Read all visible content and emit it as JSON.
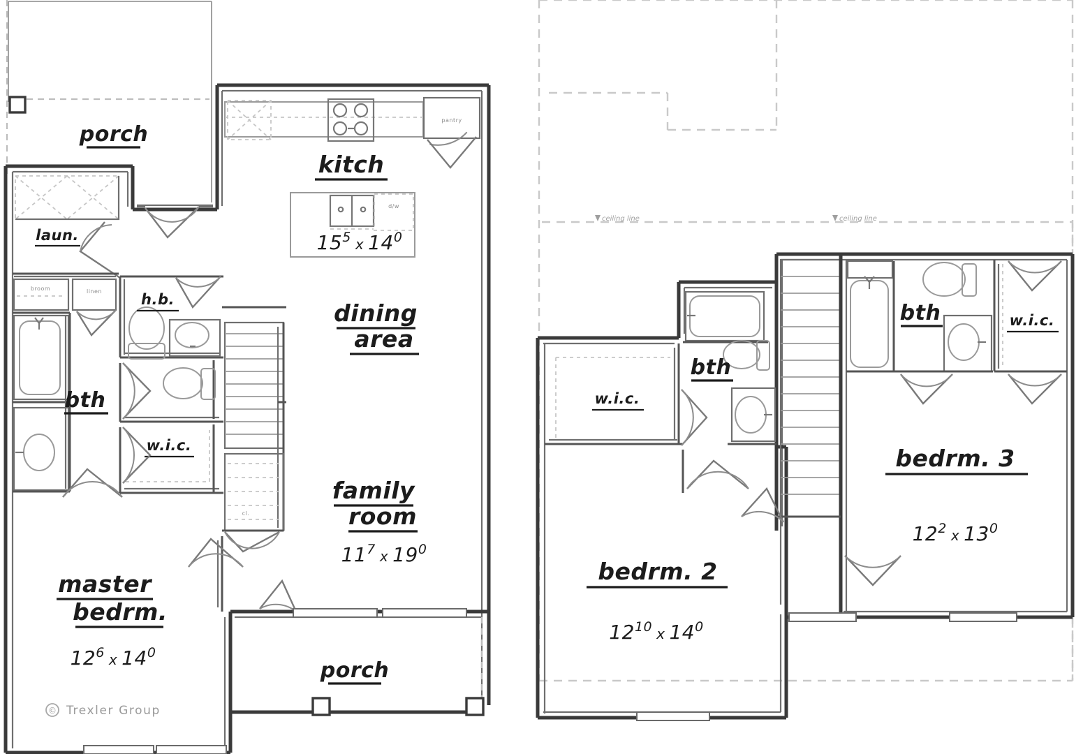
{
  "document": {
    "type": "architectural-floor-plan",
    "sheet_count": 2,
    "copyright": "© Trexler Group",
    "copyright_symbol": "©",
    "copyright_text": "Trexler  Group"
  },
  "first_floor": {
    "name": "first-floor-plan",
    "rooms": [
      {
        "key": "porch_front",
        "label": "porch",
        "dimension": ""
      },
      {
        "key": "kitchen",
        "label": "kitch",
        "dim_w": "15",
        "dim_w_sup": "5",
        "dim_x": "x",
        "dim_h": "14",
        "dim_h_sup": "0"
      },
      {
        "key": "laundry",
        "label": "laun.",
        "dimension": ""
      },
      {
        "key": "half_bath",
        "label": "h.b.",
        "dimension": ""
      },
      {
        "key": "bath",
        "label": "bth",
        "dimension": ""
      },
      {
        "key": "wic",
        "label": "w.i.c.",
        "dimension": ""
      },
      {
        "key": "dining",
        "label_line1": "dining",
        "label_line2": "area"
      },
      {
        "key": "family",
        "label_line1": "family",
        "label_line2": "room",
        "dim_w": "11",
        "dim_w_sup": "7",
        "dim_x": "x",
        "dim_h": "19",
        "dim_h_sup": "0"
      },
      {
        "key": "master",
        "label_line1": "master",
        "label_line2": "bedrm.",
        "dim_w": "12",
        "dim_w_sup": "6",
        "dim_x": "x",
        "dim_h": "14",
        "dim_h_sup": "0"
      },
      {
        "key": "porch_rear",
        "label": "porch",
        "dimension": ""
      }
    ],
    "small_labels": [
      {
        "key": "pantry",
        "label": "pantry"
      },
      {
        "key": "broom",
        "label": "broom"
      },
      {
        "key": "linen",
        "label": "linen"
      },
      {
        "key": "closet_under_stair",
        "label": "cl."
      },
      {
        "key": "dw",
        "label": "d/w"
      }
    ]
  },
  "second_floor": {
    "name": "second-floor-plan",
    "rooms": [
      {
        "key": "bedrm2",
        "label": "bedrm.  2",
        "dim_w": "12",
        "dim_w_sup": "10",
        "dim_x": "x",
        "dim_h": "14",
        "dim_h_sup": "0"
      },
      {
        "key": "bedrm3",
        "label": "bedrm.  3",
        "dim_w": "12",
        "dim_w_sup": "2",
        "dim_x": "x",
        "dim_h": "13",
        "dim_h_sup": "0"
      },
      {
        "key": "bath_hall",
        "label": "bth",
        "dimension": ""
      },
      {
        "key": "bath_suite",
        "label": "bth",
        "dimension": ""
      },
      {
        "key": "wic_left",
        "label": "w.i.c.",
        "dimension": ""
      },
      {
        "key": "wic_right",
        "label": "w.i.c.",
        "dimension": ""
      }
    ],
    "annotations": [
      {
        "key": "ceiling_line_left",
        "label": "ceiling line"
      },
      {
        "key": "ceiling_line_right",
        "label": "ceiling line"
      }
    ]
  },
  "colors": {
    "wall": "#3a3a3a",
    "wall_light": "#6f6f6f",
    "fixture": "#9a9a9a",
    "dashed": "#c2c2c2",
    "text": "#1c1c1c",
    "faint_text": "#9a9a9a",
    "background": "#ffffff"
  }
}
